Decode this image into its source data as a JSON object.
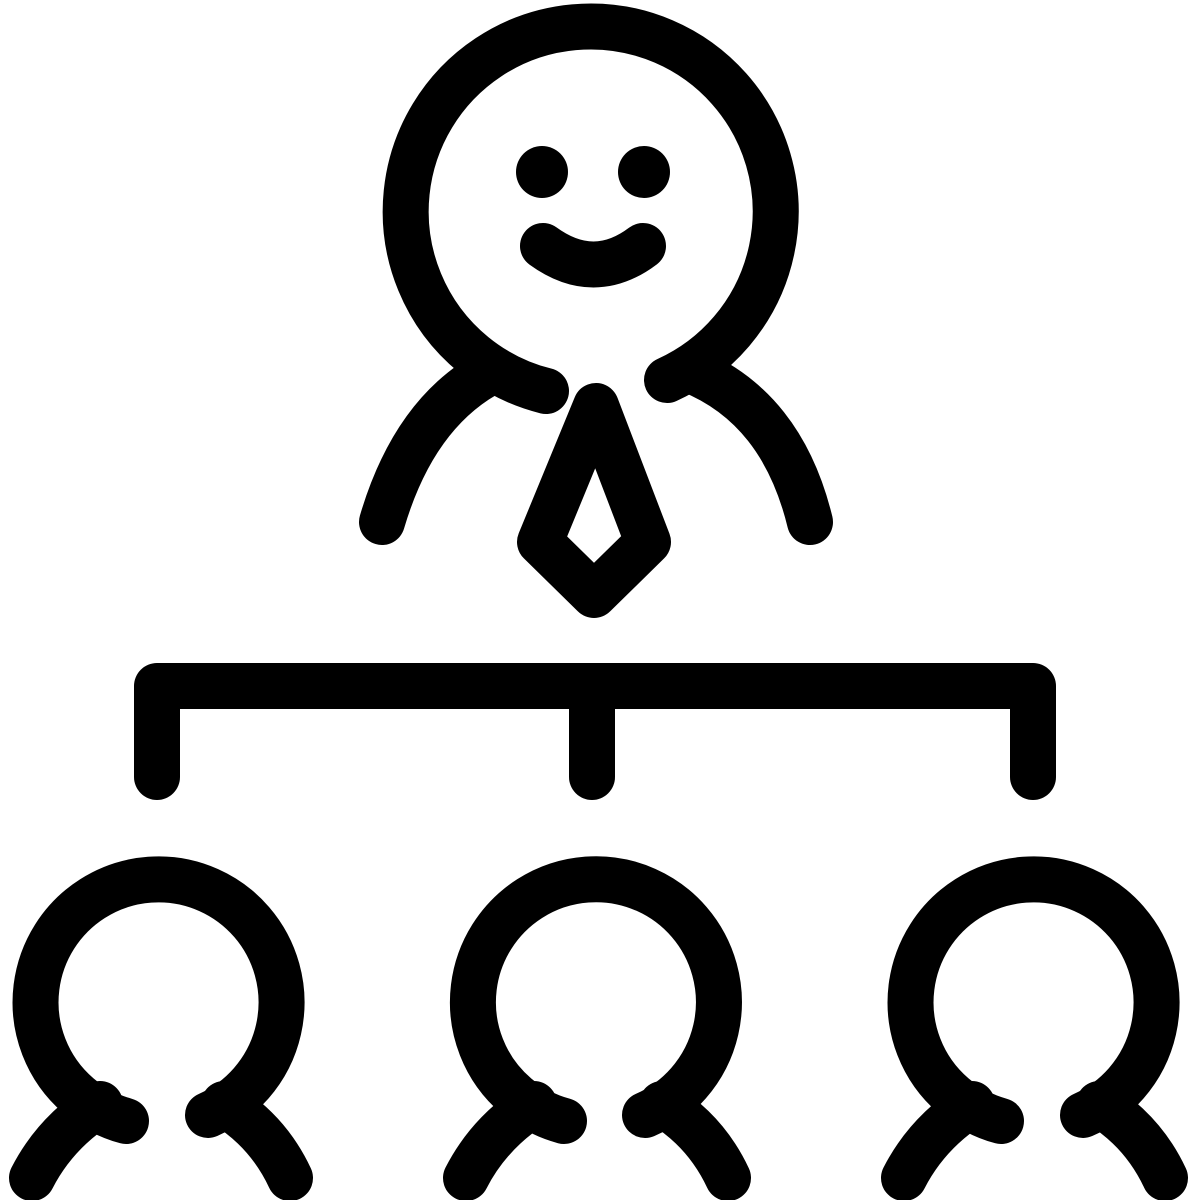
{
  "icon": {
    "name": "org-hierarchy-icon",
    "stroke_color": "#000000",
    "background_color": "#ffffff",
    "members": [
      {
        "role": "manager",
        "face": "smiling",
        "accessory": "tie"
      },
      {
        "role": "subordinate",
        "face": "blank"
      },
      {
        "role": "subordinate",
        "face": "blank"
      },
      {
        "role": "subordinate",
        "face": "blank"
      }
    ]
  }
}
